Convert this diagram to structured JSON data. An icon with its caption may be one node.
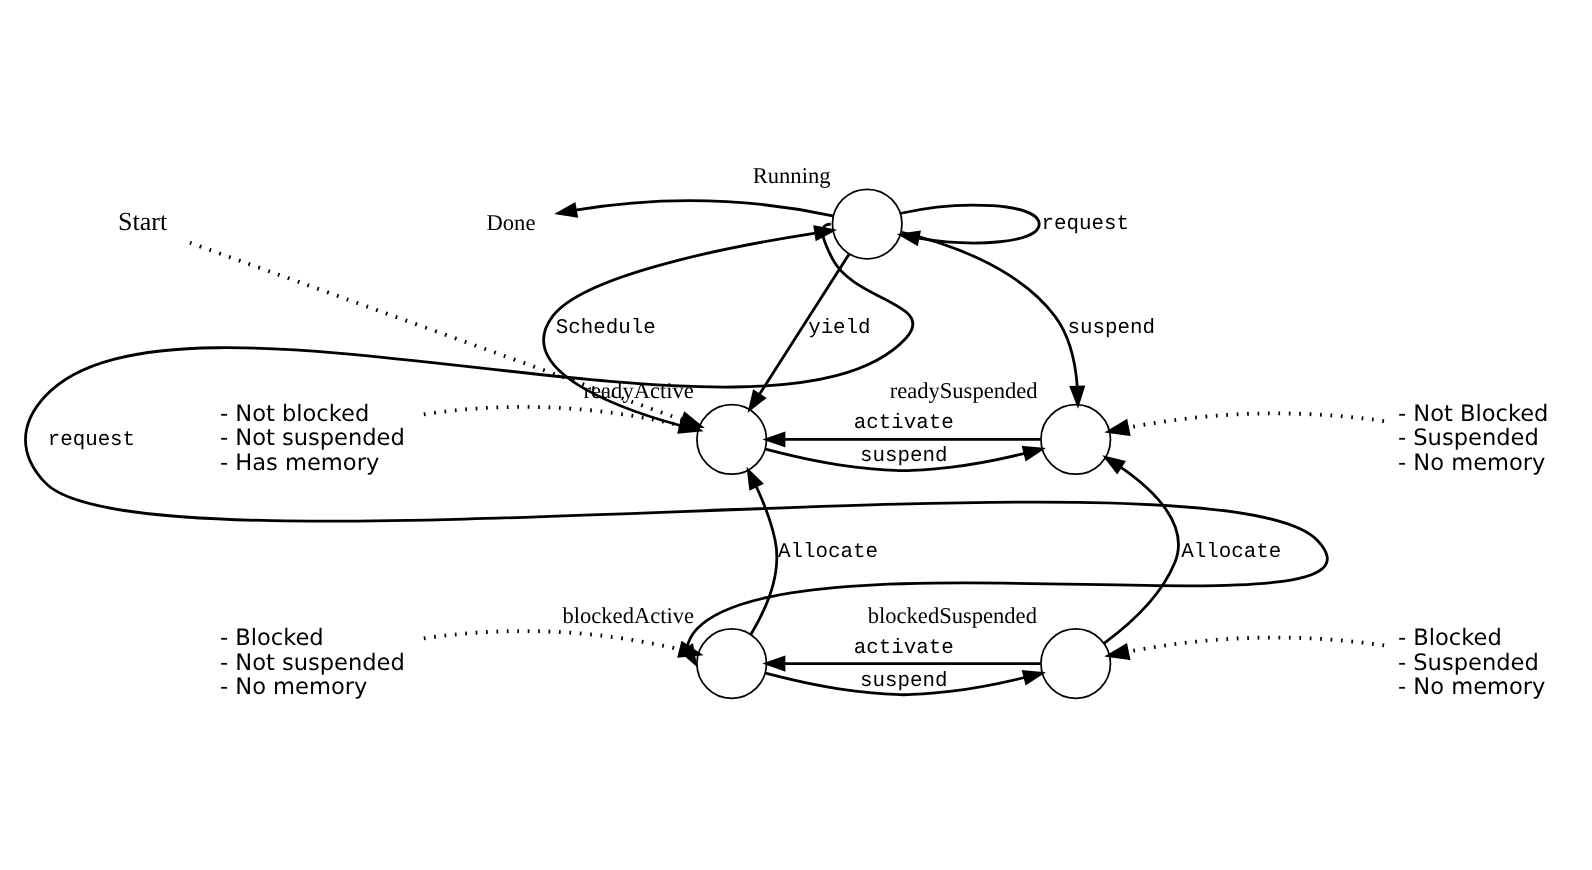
{
  "diagram": {
    "nodes": [
      {
        "text": [],
        "shape": "circle",
        "beside": [
          "Running"
        ]
      },
      {
        "text": [
          "Done"
        ]
      },
      {
        "text": [
          "Start"
        ]
      },
      {
        "text": [],
        "shape": "circle",
        "beside": [
          "readyActive"
        ]
      },
      {
        "text": [],
        "shape": "circle",
        "beside": [
          "readySuspended"
        ]
      },
      {
        "text": [],
        "shape": "circle",
        "beside": [
          "blockedActive"
        ]
      },
      {
        "text": [],
        "shape": "circle",
        "beside": [
          "blockedSuspended"
        ]
      },
      {
        "text": [
          "- Not Blocked",
          "- Suspended",
          "- No memory"
        ]
      },
      {
        "text": [
          "- Not blocked",
          "- Not suspended",
          "- Has memory"
        ]
      },
      {
        "text": [
          "- Blocked",
          "- Suspended",
          "- No memory"
        ]
      },
      {
        "text": [
          "- Blocked",
          "- Not suspended",
          "- No memory"
        ]
      }
    ],
    "edges": [
      {
        "from": 0,
        "to": 1,
        "arrow": "to"
      },
      {
        "from": 0,
        "to": 0,
        "arrow": "to",
        "label": "request"
      },
      {
        "from": 0,
        "to": 5,
        "arrow": "to",
        "label": "request"
      },
      {
        "from": 0,
        "to": 3,
        "arrow": "to",
        "label": "yield"
      },
      {
        "from": 3,
        "to": 0,
        "arrow": "to",
        "label": "Schedule"
      },
      {
        "from": 0,
        "to": 4,
        "arrow": "to",
        "label": "suspend"
      },
      {
        "from": 3,
        "to": 4,
        "arrow": "to",
        "label": "suspend"
      },
      {
        "from": 4,
        "to": 3,
        "arrow": "to",
        "label": "activate"
      },
      {
        "from": 5,
        "to": 3,
        "arrow": "to",
        "label": "Allocate"
      },
      {
        "from": 6,
        "to": 4,
        "arrow": "to",
        "label": "Allocate"
      },
      {
        "from": 5,
        "to": 6,
        "arrow": "to",
        "label": "suspend"
      },
      {
        "from": 6,
        "to": 5,
        "arrow": "to",
        "label": "activate"
      },
      {
        "from": 2,
        "to": 3,
        "arrow": "to",
        "style": "dashed"
      },
      {
        "from": 7,
        "to": 4,
        "arrow": "to",
        "style": "dashed"
      },
      {
        "from": 8,
        "to": 3,
        "arrow": "to",
        "style": "dashed"
      },
      {
        "from": 9,
        "to": 6,
        "arrow": "to",
        "style": "dashed"
      },
      {
        "from": 10,
        "to": 5,
        "arrow": "to",
        "style": "dashed"
      }
    ]
  }
}
